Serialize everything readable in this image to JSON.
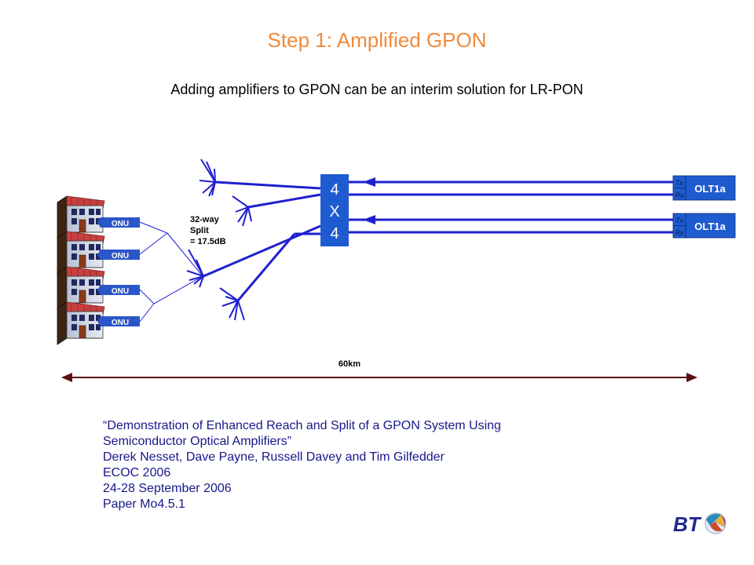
{
  "slide": {
    "title": "Step 1: Amplified GPON",
    "subtitle": "Adding amplifiers to GPON can be an interim solution for LR-PON"
  },
  "diagram": {
    "onu_label": "ONU",
    "onus": [
      "ONU",
      "ONU",
      "ONU",
      "ONU"
    ],
    "splitter_label": [
      "32-way",
      "Split",
      "= 17.5dB"
    ],
    "amplifier_label": [
      "4",
      "X",
      "4"
    ],
    "olts": [
      {
        "name": "OLT1a",
        "tx": "Tx",
        "rx": "Rx"
      },
      {
        "name": "OLT1a",
        "tx": "Tx",
        "rx": "Rx"
      }
    ],
    "distance_label": "60km"
  },
  "reference": {
    "lines": [
      "“Demonstration of Enhanced Reach and Split of a GPON System Using",
      "Semiconductor Optical Amplifiers”",
      "Derek Nesset, Dave Payne, Russell Davey and Tim Gilfedder",
      "ECOC 2006",
      "24-28 September 2006",
      "Paper Mo4.5.1"
    ]
  },
  "logo": {
    "text": "BT"
  },
  "colors": {
    "title": "#f08a3c",
    "fiber": "#1f1fd0",
    "onu": "#2b56c8",
    "olt": "#1f5bd0",
    "amplifier": "#1f5bd0",
    "arrow": "#5a1010",
    "reference_text": "#17178a"
  }
}
